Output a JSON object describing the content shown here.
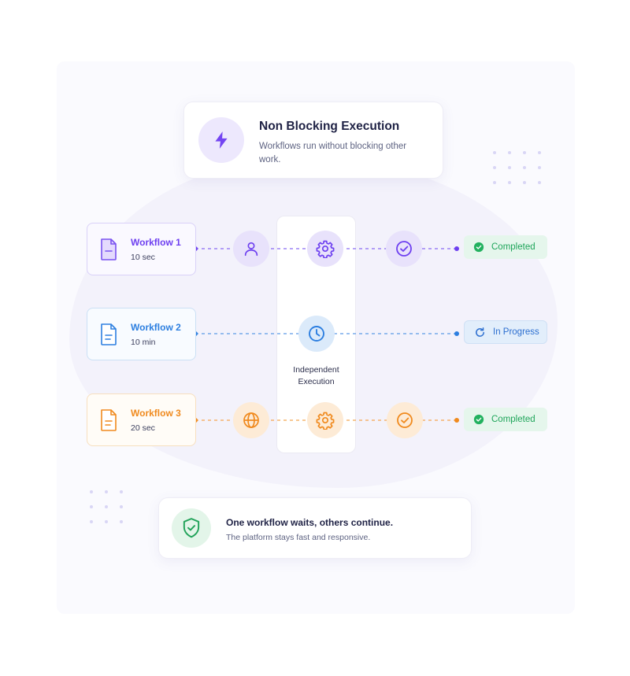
{
  "header": {
    "title": "Non Blocking Execution",
    "subtitle": "Workflows run without blocking other work.",
    "icon": "lightning-icon"
  },
  "workflows": [
    {
      "name": "Workflow 1",
      "duration": "10 sec",
      "color": "#6d3ff0",
      "icons": [
        "user-icon",
        "gear-icon",
        "check-circle-icon"
      ],
      "status": "Completed"
    },
    {
      "name": "Workflow 2",
      "duration": "10 min",
      "color": "#2d7fe0",
      "icons": [
        "clock-icon"
      ],
      "status": "In Progress"
    },
    {
      "name": "Workflow 3",
      "duration": "20 sec",
      "color": "#f08a1e",
      "icons": [
        "globe-icon",
        "gear-icon",
        "check-circle-icon"
      ],
      "status": "Completed"
    }
  ],
  "center_label": "Independent Execution",
  "footer": {
    "title": "One workflow waits, others continue.",
    "subtitle": "The platform stays fast and responsive.",
    "icon": "shield-check-icon"
  },
  "colors": {
    "purple": "#6d3ff0",
    "blue": "#2d7fe0",
    "orange": "#f08a1e",
    "green": "#1fa55a"
  }
}
